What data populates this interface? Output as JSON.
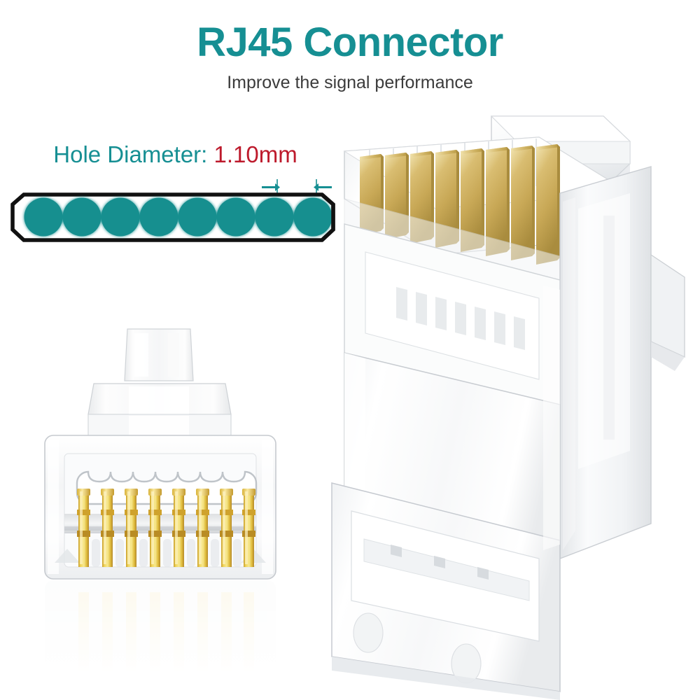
{
  "header": {
    "title": "RJ45 Connector",
    "subtitle": "Improve the signal performance",
    "title_color": "#168f93",
    "subtitle_color": "#3b3b3b"
  },
  "callout": {
    "label": "Hole Diameter:",
    "value": "1.10mm",
    "label_color": "#168f93",
    "value_color": "#bd1a2c"
  },
  "hole_diagram": {
    "hole_count": 8,
    "hole_fill": "#168f8f",
    "outline_color": "#111111",
    "dimension_color": "#168f93",
    "dimension_target": "1.10mm",
    "shape": "elongated-hexagon"
  },
  "products": {
    "small_connector": {
      "view": "front",
      "pin_count": 8,
      "pin_color": "#e3c53f",
      "body_color": "#f2f3f4",
      "has_reflection": true
    },
    "large_connector": {
      "view": "angled-three-quarter",
      "pin_count": 8,
      "pin_color": "#c9a858",
      "body_color": "#f6f7f8",
      "has_reflection": false
    }
  },
  "palette": {
    "background": "#ffffff",
    "teal": "#168f93",
    "red": "#bd1a2c",
    "gold_dark": "#b9933f",
    "gold_light": "#efe3b4",
    "plastic_edge": "#c8ccd0"
  }
}
